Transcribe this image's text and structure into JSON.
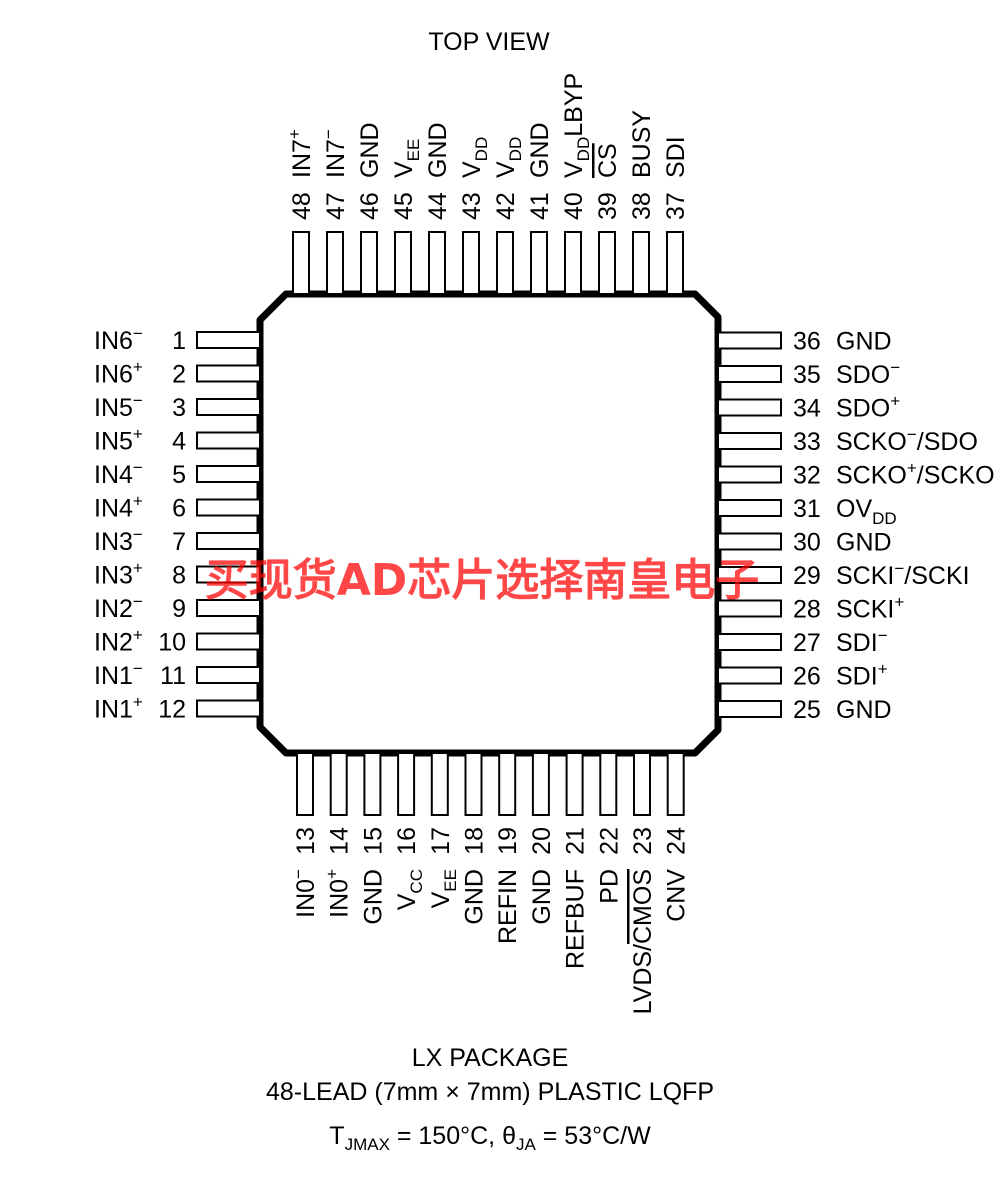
{
  "view_label": "TOP VIEW",
  "package": {
    "line1": "LX PACKAGE",
    "line2": "48-LEAD (7mm × 7mm) PLASTIC LQFP",
    "thermal": {
      "t_sym": "T",
      "t_sub": "JMAX",
      "t_val": " = 150°C, ",
      "theta_sym": "θ",
      "theta_sub": "JA",
      "theta_val": " = 53°C/W"
    }
  },
  "watermark": "买现货AD芯片选择南皇电子",
  "pins": {
    "left": [
      {
        "num": "1",
        "segs": [
          [
            "IN6",
            ""
          ],
          [
            "−",
            "sup"
          ]
        ]
      },
      {
        "num": "2",
        "segs": [
          [
            "IN6",
            ""
          ],
          [
            "+",
            "sup"
          ]
        ]
      },
      {
        "num": "3",
        "segs": [
          [
            "IN5",
            ""
          ],
          [
            "−",
            "sup"
          ]
        ]
      },
      {
        "num": "4",
        "segs": [
          [
            "IN5",
            ""
          ],
          [
            "+",
            "sup"
          ]
        ]
      },
      {
        "num": "5",
        "segs": [
          [
            "IN4",
            ""
          ],
          [
            "−",
            "sup"
          ]
        ]
      },
      {
        "num": "6",
        "segs": [
          [
            "IN4",
            ""
          ],
          [
            "+",
            "sup"
          ]
        ]
      },
      {
        "num": "7",
        "segs": [
          [
            "IN3",
            ""
          ],
          [
            "−",
            "sup"
          ]
        ]
      },
      {
        "num": "8",
        "segs": [
          [
            "IN3",
            ""
          ],
          [
            "+",
            "sup"
          ]
        ]
      },
      {
        "num": "9",
        "segs": [
          [
            "IN2",
            ""
          ],
          [
            "−",
            "sup"
          ]
        ]
      },
      {
        "num": "10",
        "segs": [
          [
            "IN2",
            ""
          ],
          [
            "+",
            "sup"
          ]
        ]
      },
      {
        "num": "11",
        "segs": [
          [
            "IN1",
            ""
          ],
          [
            "−",
            "sup"
          ]
        ]
      },
      {
        "num": "12",
        "segs": [
          [
            "IN1",
            ""
          ],
          [
            "+",
            "sup"
          ]
        ]
      }
    ],
    "bottom": [
      {
        "num": "13",
        "segs": [
          [
            "IN0",
            ""
          ],
          [
            "−",
            "sup"
          ]
        ]
      },
      {
        "num": "14",
        "segs": [
          [
            "IN0",
            ""
          ],
          [
            "+",
            "sup"
          ]
        ]
      },
      {
        "num": "15",
        "segs": [
          [
            "GND",
            ""
          ]
        ]
      },
      {
        "num": "16",
        "segs": [
          [
            "V",
            ""
          ],
          [
            "CC",
            "sub"
          ]
        ]
      },
      {
        "num": "17",
        "segs": [
          [
            "V",
            ""
          ],
          [
            "EE",
            "sub"
          ]
        ]
      },
      {
        "num": "18",
        "segs": [
          [
            "GND",
            ""
          ]
        ]
      },
      {
        "num": "19",
        "segs": [
          [
            "REFIN",
            ""
          ]
        ]
      },
      {
        "num": "20",
        "segs": [
          [
            "GND",
            ""
          ]
        ]
      },
      {
        "num": "21",
        "segs": [
          [
            "REFBUF",
            ""
          ]
        ]
      },
      {
        "num": "22",
        "segs": [
          [
            "PD",
            ""
          ]
        ]
      },
      {
        "num": "23",
        "segs": [
          [
            "LVDS/",
            ""
          ],
          [
            "CMOS",
            "over"
          ]
        ]
      },
      {
        "num": "24",
        "segs": [
          [
            "CNV",
            ""
          ]
        ]
      }
    ],
    "right": [
      {
        "num": "25",
        "segs": [
          [
            "GND",
            ""
          ]
        ]
      },
      {
        "num": "26",
        "segs": [
          [
            "SDI",
            ""
          ],
          [
            "+",
            "sup"
          ]
        ]
      },
      {
        "num": "27",
        "segs": [
          [
            "SDI",
            ""
          ],
          [
            "−",
            "sup"
          ]
        ]
      },
      {
        "num": "28",
        "segs": [
          [
            "SCKI",
            ""
          ],
          [
            "+",
            "sup"
          ]
        ]
      },
      {
        "num": "29",
        "segs": [
          [
            "SCKI",
            ""
          ],
          [
            "−",
            "sup"
          ],
          [
            "/SCKI",
            ""
          ]
        ]
      },
      {
        "num": "30",
        "segs": [
          [
            "GND",
            ""
          ]
        ]
      },
      {
        "num": "31",
        "segs": [
          [
            "OV",
            ""
          ],
          [
            "DD",
            "sub"
          ]
        ]
      },
      {
        "num": "32",
        "segs": [
          [
            "SCKO",
            ""
          ],
          [
            "+",
            "sup"
          ],
          [
            "/SCKO",
            ""
          ]
        ]
      },
      {
        "num": "33",
        "segs": [
          [
            "SCKO",
            ""
          ],
          [
            "−",
            "sup"
          ],
          [
            "/SDO",
            ""
          ]
        ]
      },
      {
        "num": "34",
        "segs": [
          [
            "SDO",
            ""
          ],
          [
            "+",
            "sup"
          ]
        ]
      },
      {
        "num": "35",
        "segs": [
          [
            "SDO",
            ""
          ],
          [
            "−",
            "sup"
          ]
        ]
      },
      {
        "num": "36",
        "segs": [
          [
            "GND",
            ""
          ]
        ]
      }
    ],
    "top": [
      {
        "num": "37",
        "segs": [
          [
            "SDI",
            ""
          ]
        ]
      },
      {
        "num": "38",
        "segs": [
          [
            "BUSY",
            ""
          ]
        ]
      },
      {
        "num": "39",
        "segs": [
          [
            "CS",
            "over"
          ]
        ]
      },
      {
        "num": "40",
        "segs": [
          [
            "V",
            ""
          ],
          [
            "DD",
            "sub"
          ],
          [
            "LBYP",
            ""
          ]
        ]
      },
      {
        "num": "41",
        "segs": [
          [
            "GND",
            ""
          ]
        ]
      },
      {
        "num": "42",
        "segs": [
          [
            "V",
            ""
          ],
          [
            "DD",
            "sub"
          ]
        ]
      },
      {
        "num": "43",
        "segs": [
          [
            "V",
            ""
          ],
          [
            "DD",
            "sub"
          ]
        ]
      },
      {
        "num": "44",
        "segs": [
          [
            "GND",
            ""
          ]
        ]
      },
      {
        "num": "45",
        "segs": [
          [
            "V",
            ""
          ],
          [
            "EE",
            "sub"
          ]
        ]
      },
      {
        "num": "46",
        "segs": [
          [
            "GND",
            ""
          ]
        ]
      },
      {
        "num": "47",
        "segs": [
          [
            "IN7",
            ""
          ],
          [
            "−",
            "sup"
          ]
        ]
      },
      {
        "num": "48",
        "segs": [
          [
            "IN7",
            ""
          ],
          [
            "+",
            "sup"
          ]
        ]
      }
    ]
  }
}
